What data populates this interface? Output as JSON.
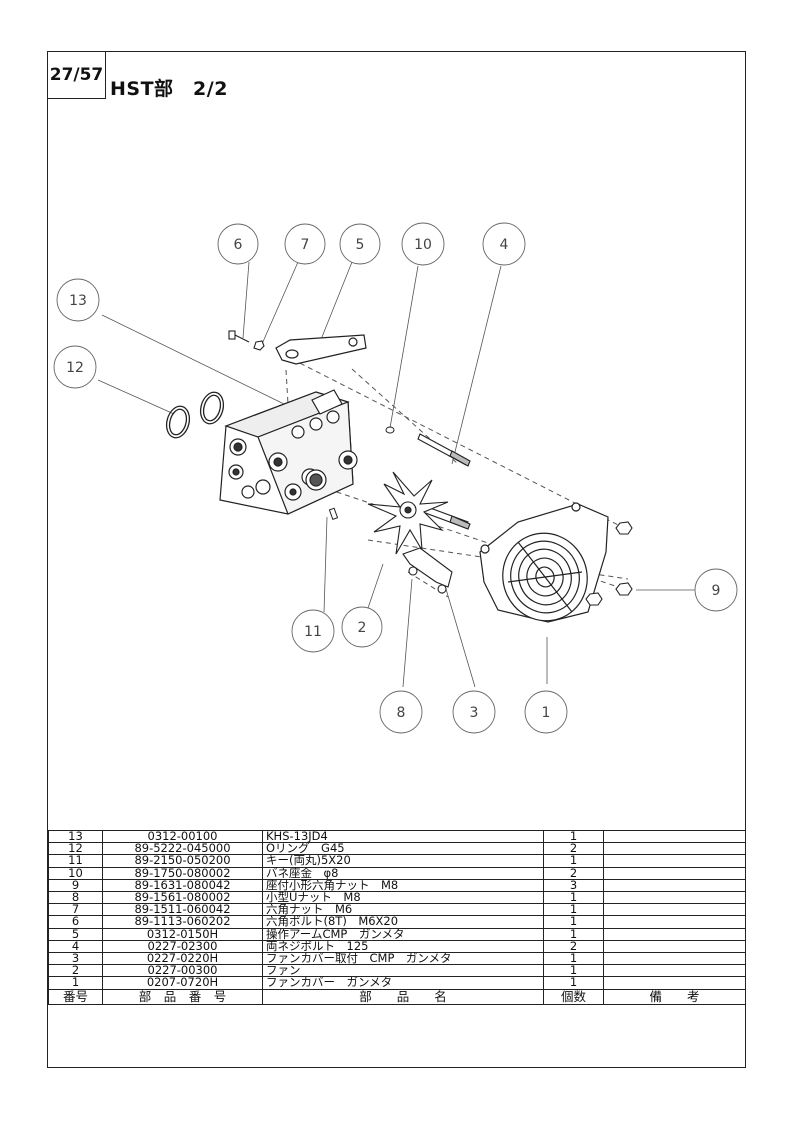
{
  "page_number": "27/57",
  "title": "HST部　2/2",
  "callouts": [
    "1",
    "2",
    "3",
    "4",
    "5",
    "6",
    "7",
    "8",
    "9",
    "10",
    "11",
    "12",
    "13"
  ],
  "table": {
    "header": {
      "no": "番号",
      "part_no": "部　品　番　号",
      "part_name": "部　　品　　名",
      "qty": "個数",
      "note": "備　　考"
    },
    "rows": [
      {
        "no": "13",
        "part_no": "0312-00100",
        "part_name": "KHS-13JD4",
        "qty": "1",
        "note": ""
      },
      {
        "no": "12",
        "part_no": "89-5222-045000",
        "part_name": "Oリング　G45",
        "qty": "2",
        "note": ""
      },
      {
        "no": "11",
        "part_no": "89-2150-050200",
        "part_name": "キー(両丸)5X20",
        "qty": "1",
        "note": ""
      },
      {
        "no": "10",
        "part_no": "89-1750-080002",
        "part_name": "バネ座金　φ8",
        "qty": "2",
        "note": ""
      },
      {
        "no": "9",
        "part_no": "89-1631-080042",
        "part_name": "座付小形六角ナット　M8",
        "qty": "3",
        "note": ""
      },
      {
        "no": "8",
        "part_no": "89-1561-080002",
        "part_name": "小型Uナット　M8",
        "qty": "1",
        "note": ""
      },
      {
        "no": "7",
        "part_no": "89-1511-060042",
        "part_name": "六角ナット　M6",
        "qty": "1",
        "note": ""
      },
      {
        "no": "6",
        "part_no": "89-1113-060202",
        "part_name": "六角ボルト(8T)　M6X20",
        "qty": "1",
        "note": ""
      },
      {
        "no": "5",
        "part_no": "0312-0150H",
        "part_name": "操作アームCMP　ガンメタ",
        "qty": "1",
        "note": ""
      },
      {
        "no": "4",
        "part_no": "0227-02300",
        "part_name": "両ネジボルト　125",
        "qty": "2",
        "note": ""
      },
      {
        "no": "3",
        "part_no": "0227-0220H",
        "part_name": "ファンカバー取付　CMP　ガンメタ",
        "qty": "1",
        "note": ""
      },
      {
        "no": "2",
        "part_no": "0227-00300",
        "part_name": "ファン",
        "qty": "1",
        "note": ""
      },
      {
        "no": "1",
        "part_no": "0207-0720H",
        "part_name": "ファンカバー　ガンメタ",
        "qty": "1",
        "note": ""
      }
    ]
  }
}
